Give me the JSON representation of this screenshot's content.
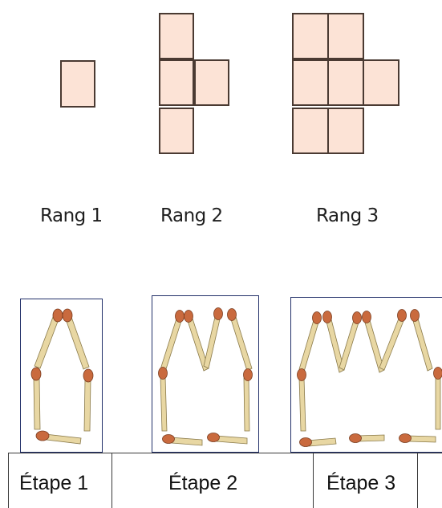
{
  "rang_labels": [
    "Rang 1",
    "Rang 2",
    "Rang 3"
  ],
  "etape_labels": [
    "Étape 1",
    "Étape 2",
    "Étape 3"
  ],
  "colors": {
    "square_fill": "#fce3d6",
    "square_border": "#4a3a32",
    "panel_border": "#223069",
    "match_stick": "#e8d7a3",
    "match_head": "#c96a3e"
  }
}
